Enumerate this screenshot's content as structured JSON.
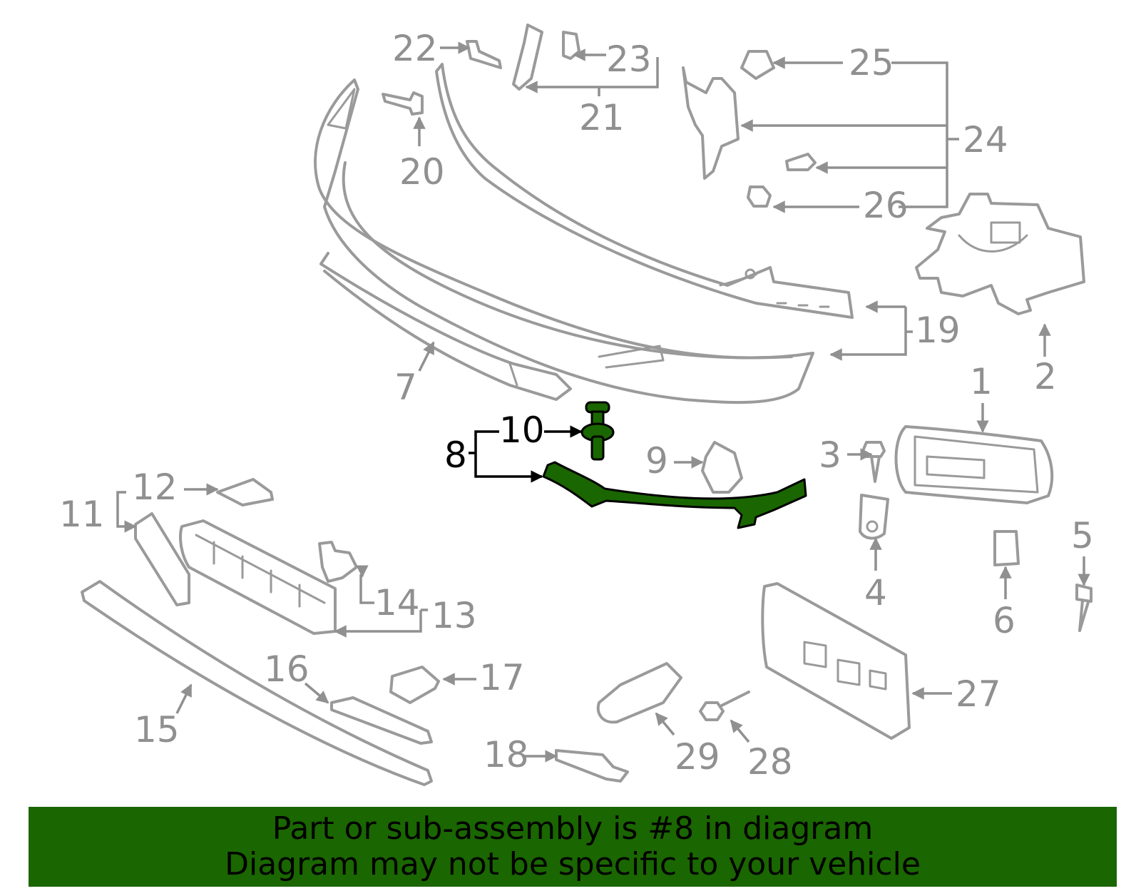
{
  "diagram": {
    "highlight_color": "#1a6600",
    "part_color": "#9a9a9a",
    "label_color": "#909090",
    "highlighted_part": "8",
    "labels": {
      "l1": "1",
      "l2": "2",
      "l3": "3",
      "l4": "4",
      "l5": "5",
      "l6": "6",
      "l7": "7",
      "l8": "8",
      "l9": "9",
      "l10": "10",
      "l11": "11",
      "l12": "12",
      "l13": "13",
      "l14": "14",
      "l15": "15",
      "l16": "16",
      "l17": "17",
      "l18": "18",
      "l19": "19",
      "l20": "20",
      "l21": "21",
      "l22": "22",
      "l23": "23",
      "l24": "24",
      "l25": "25",
      "l26": "26",
      "l27": "27",
      "l28": "28",
      "l29": "29"
    }
  },
  "banner": {
    "line1": "Part or sub-assembly is #8 in diagram",
    "line2": "Diagram may not be specific to your vehicle",
    "background": "#1a6600"
  }
}
